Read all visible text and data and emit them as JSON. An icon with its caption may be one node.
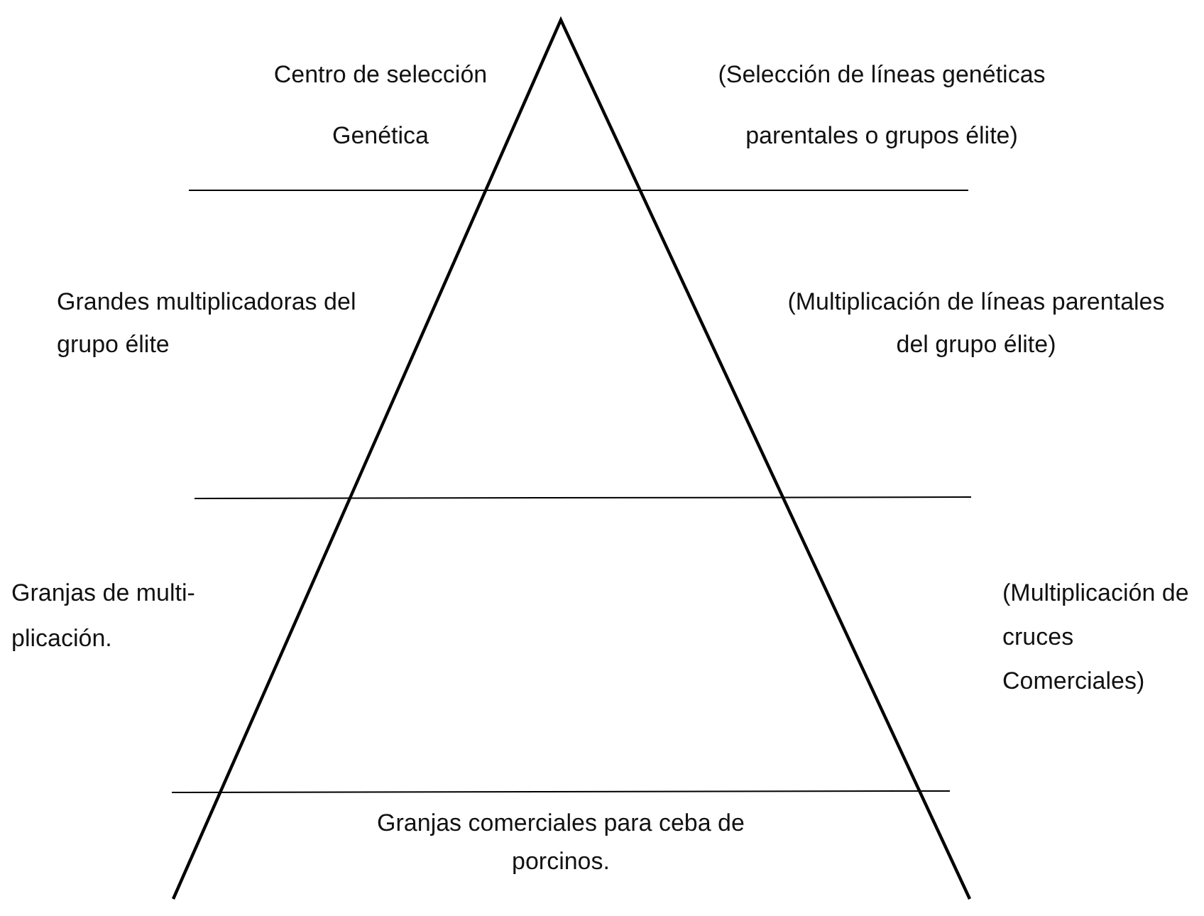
{
  "diagram": {
    "labels": [
      "Centro de selección Genética",
      "(Selección de líneas genéticas parentales o grupos élite)",
      "Grandes multiplicadoras del grupo élite",
      "(Multiplicación de líneas parentales del grupo élite)",
      "Granjas de multi- plicación.",
      "(Multiplicación de cruces Comerciales)",
      "Granjas comerciales para ceba de porcinos."
    ]
  }
}
